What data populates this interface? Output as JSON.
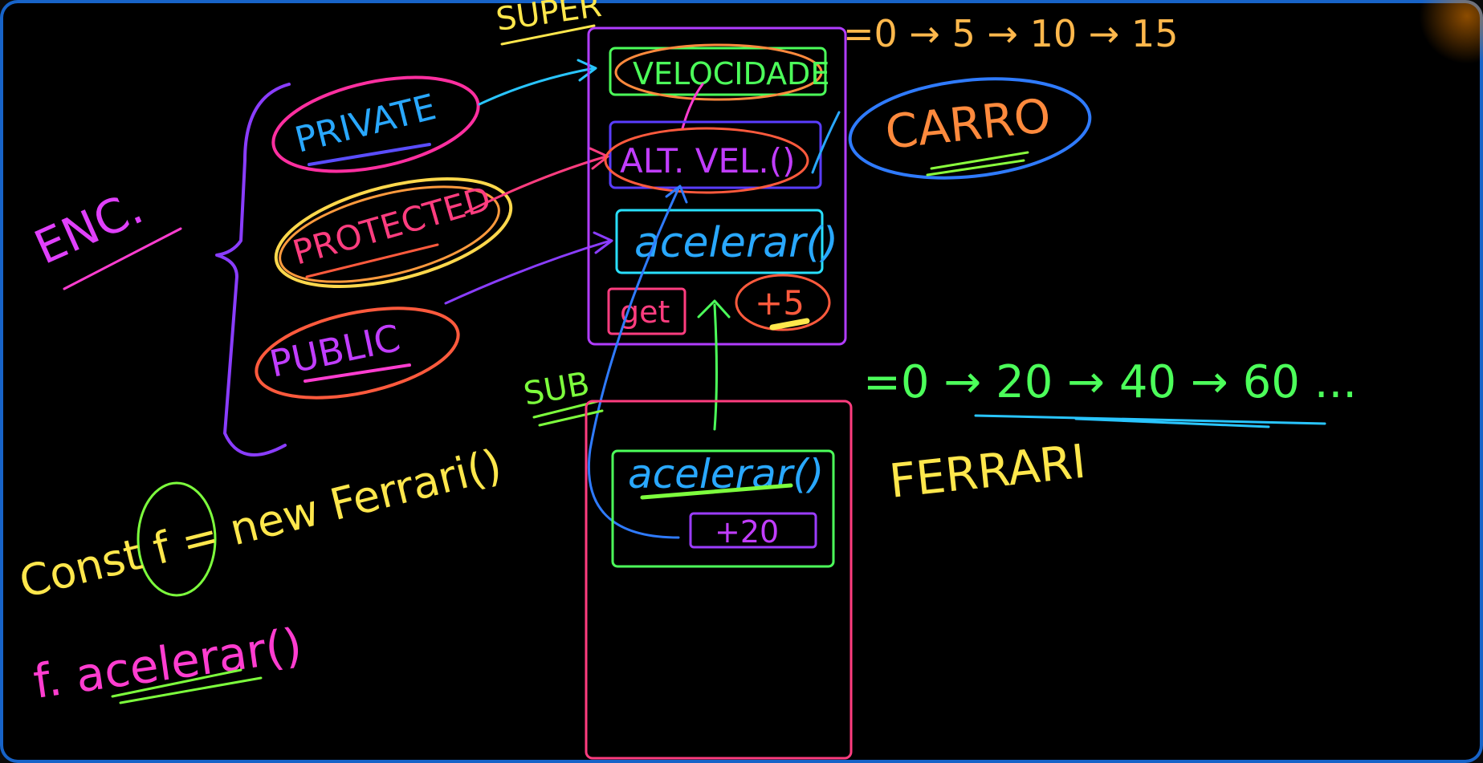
{
  "labels": {
    "encapsulation": "ENC.",
    "private": "PRIVATE",
    "protected": "PROTECTED",
    "public": "PUBLIC",
    "super": "SUPER",
    "sub": "SUB",
    "velocidade": "VELOCIDADE",
    "alt_vel": "ALT. VEL.()",
    "acelerar_super": "acelerar()",
    "get": "get",
    "plus_five": "+5",
    "acelerar_sub": "acelerar()",
    "plus_twenty": "+20",
    "carro": "CARRO",
    "ferrari": "FERRARI",
    "sequence_super": "=0 → 5 → 10 → 15",
    "sequence_sub": "=0 → 20 → 40 → 60 ...",
    "code_line_1": "Const f = new Ferrari()",
    "code_line_2": "f. acelerar()"
  },
  "colors": {
    "background": "#000000",
    "magenta": "#e040fb",
    "pink": "#ff3d7f",
    "green": "#4cff5a",
    "yellow": "#ffe74c",
    "orange": "#ff8a3d",
    "blue": "#2f7bff",
    "cyan": "#29c5ff",
    "purple": "#9b3dff",
    "red_orange": "#ff5a3d"
  }
}
